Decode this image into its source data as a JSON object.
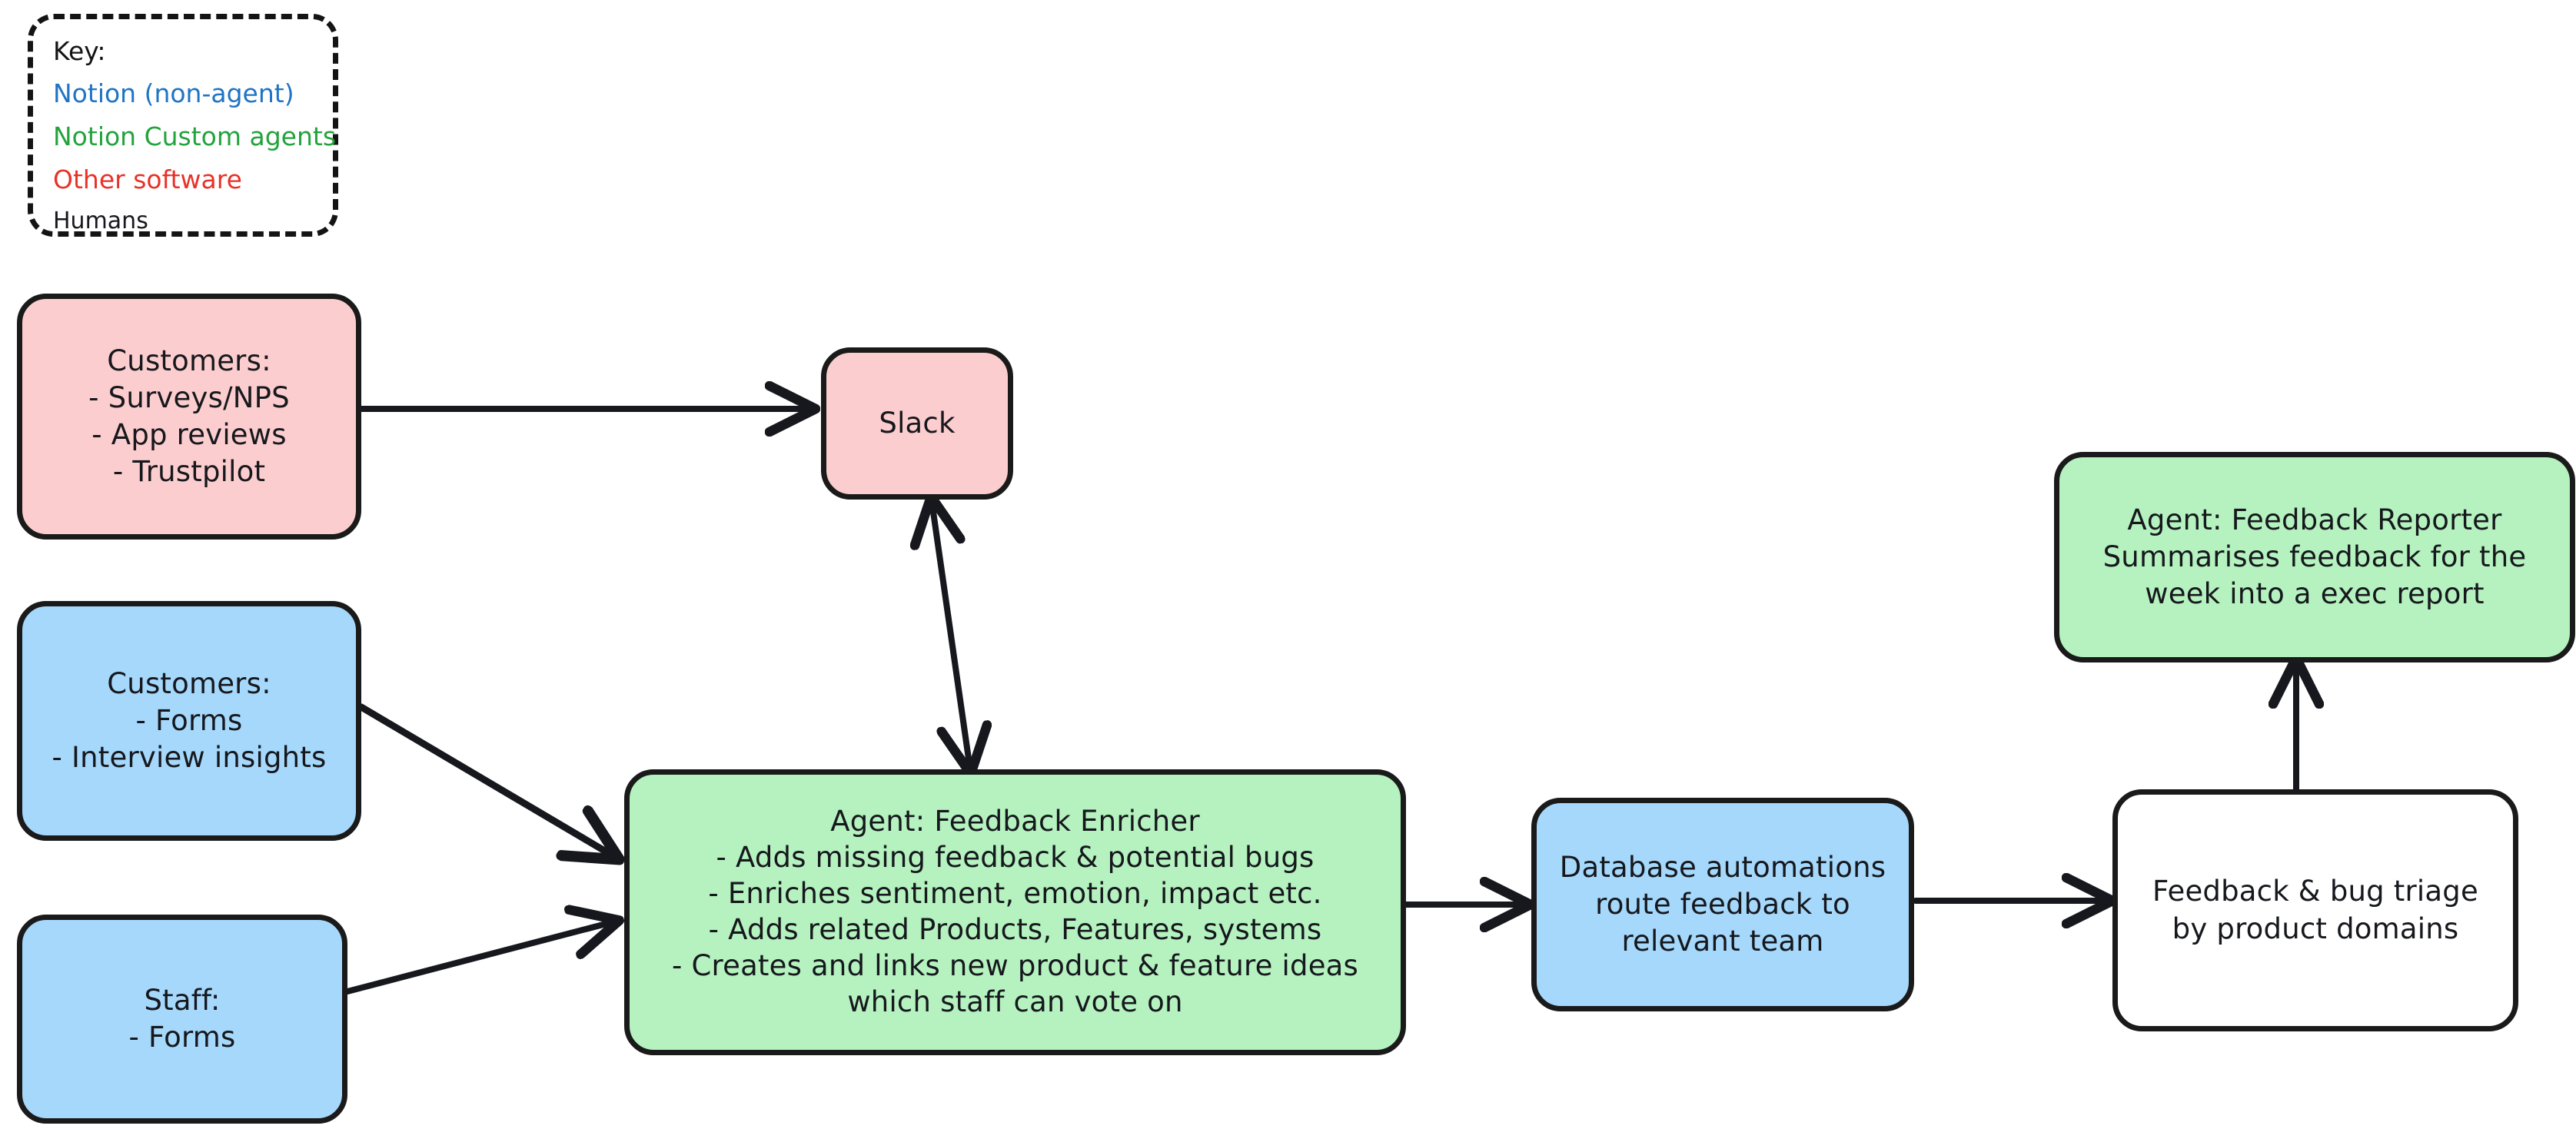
{
  "diagram": {
    "title": "Notion feedback pipeline flowchart",
    "background": "#ffffff"
  },
  "legend": {
    "title": "Key:",
    "items": [
      {
        "label": "Notion (non-agent)",
        "color": "#1f74c4"
      },
      {
        "label": "Notion Custom agents",
        "color": "#22a33c"
      },
      {
        "label": "Other software",
        "color": "#e8322a"
      },
      {
        "label": "Humans",
        "color": "#16181d"
      }
    ]
  },
  "palette": {
    "pink_fill": "#fccdce",
    "blue_fill": "#a5d8fb",
    "green_fill": "#b5f2bf",
    "white_fill": "#ffffff",
    "stroke": "#1a1a1a"
  },
  "nodes": {
    "customers_pink": {
      "category": "other-software",
      "fill": "#fccdce",
      "lines": [
        "Customers:",
        "- Surveys/NPS",
        "- App reviews",
        "- Trustpilot"
      ]
    },
    "slack": {
      "category": "other-software",
      "fill": "#fccdce",
      "lines": [
        "Slack"
      ]
    },
    "customers_blue": {
      "category": "notion-non-agent",
      "fill": "#a5d8fb",
      "lines": [
        "Customers:",
        "- Forms",
        "- Interview insights"
      ]
    },
    "staff": {
      "category": "notion-non-agent",
      "fill": "#a5d8fb",
      "lines": [
        "Staff:",
        "- Forms"
      ]
    },
    "feedback_enricher": {
      "category": "notion-custom-agent",
      "fill": "#b5f2bf",
      "lines": [
        "Agent: Feedback Enricher",
        "- Adds missing feedback & potential bugs",
        "- Enriches sentiment, emotion, impact etc.",
        "- Adds related Products, Features, systems",
        "- Creates and links new product & feature ideas",
        "which staff can vote on"
      ]
    },
    "database_automations": {
      "category": "notion-non-agent",
      "fill": "#a5d8fb",
      "lines": [
        "Database automations",
        "route feedback to",
        "relevant team"
      ]
    },
    "feedback_triage": {
      "category": "humans",
      "fill": "#ffffff",
      "lines": [
        "Feedback & bug triage",
        "by product domains"
      ]
    },
    "feedback_reporter": {
      "category": "notion-custom-agent",
      "fill": "#b5f2bf",
      "lines": [
        "Agent: Feedback Reporter",
        "Summarises feedback for the",
        "week into a exec report"
      ]
    }
  },
  "edges": [
    {
      "from": "customers_pink",
      "to": "slack",
      "style": "single-arrow"
    },
    {
      "from": "slack",
      "to": "feedback_enricher",
      "style": "double-arrow"
    },
    {
      "from": "customers_blue",
      "to": "feedback_enricher",
      "style": "single-arrow"
    },
    {
      "from": "staff",
      "to": "feedback_enricher",
      "style": "single-arrow"
    },
    {
      "from": "feedback_enricher",
      "to": "database_automations",
      "style": "single-arrow"
    },
    {
      "from": "database_automations",
      "to": "feedback_triage",
      "style": "single-arrow"
    },
    {
      "from": "feedback_triage",
      "to": "feedback_reporter",
      "style": "single-arrow"
    }
  ]
}
